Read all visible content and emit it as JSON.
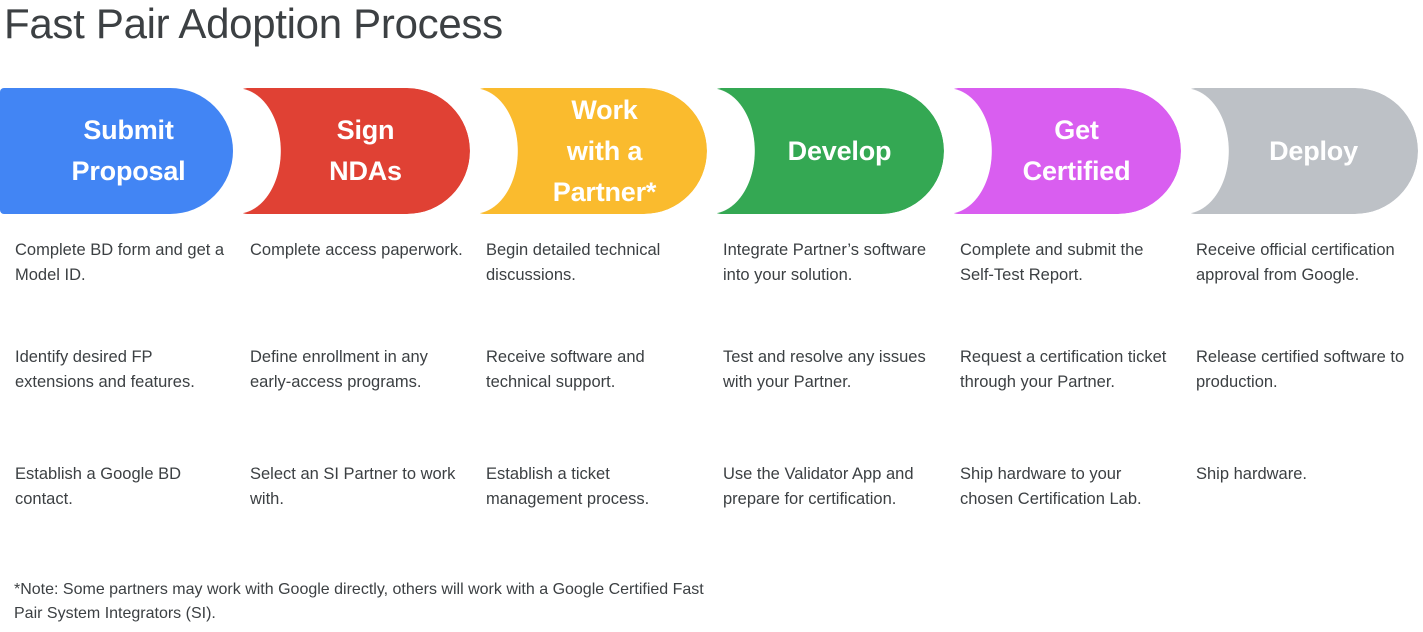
{
  "title": "Fast Pair Adoption Process",
  "colors": {
    "blue": "#4285f4",
    "red": "#e04134",
    "yellow": "#fabb2e",
    "green": "#34a853",
    "purple": "#d95ef0",
    "gray": "#bdc1c6",
    "text": "#3c4043",
    "background": "#ffffff"
  },
  "stages": [
    {
      "label": "Submit\nProposal",
      "color_name": "blue",
      "color": "#4285f4"
    },
    {
      "label": "Sign\nNDAs",
      "color_name": "red",
      "color": "#e04134"
    },
    {
      "label": "Work\nwith a\nPartner*",
      "color_name": "yellow",
      "color": "#fabb2e"
    },
    {
      "label": "Develop",
      "color_name": "green",
      "color": "#34a853"
    },
    {
      "label": "Get\nCertified",
      "color_name": "purple",
      "color": "#d95ef0"
    },
    {
      "label": "Deploy",
      "color_name": "gray",
      "color": "#bdc1c6"
    }
  ],
  "columns": [
    {
      "stage": "Submit Proposal",
      "items": [
        "Complete BD form and get a Model ID.",
        "Identify desired FP extensions and features.",
        "Establish a Google BD contact."
      ]
    },
    {
      "stage": "Sign NDAs",
      "items": [
        "Complete access paperwork.",
        "Define enrollment in any early-access programs.",
        "Select an SI Partner to work with."
      ]
    },
    {
      "stage": "Work with a Partner*",
      "items": [
        "Begin detailed technical discussions.",
        "Receive software and technical support.",
        "Establish a ticket management process."
      ]
    },
    {
      "stage": "Develop",
      "items": [
        "Integrate Partner’s software into your solution.",
        "Test and resolve any issues with your Partner.",
        "Use the Validator App and prepare for certification."
      ]
    },
    {
      "stage": "Get Certified",
      "items": [
        "Complete and submit the Self-Test Report.",
        "Request a certification ticket through your Partner.",
        "Ship hardware to your chosen Certification Lab."
      ]
    },
    {
      "stage": "Deploy",
      "items": [
        "Receive official certification approval from Google.",
        "Release certified software to production.",
        "Ship hardware."
      ]
    }
  ],
  "footnote": "*Note: Some partners may work with Google directly, others will work with a Google Certified Fast Pair System Integrators (SI)."
}
